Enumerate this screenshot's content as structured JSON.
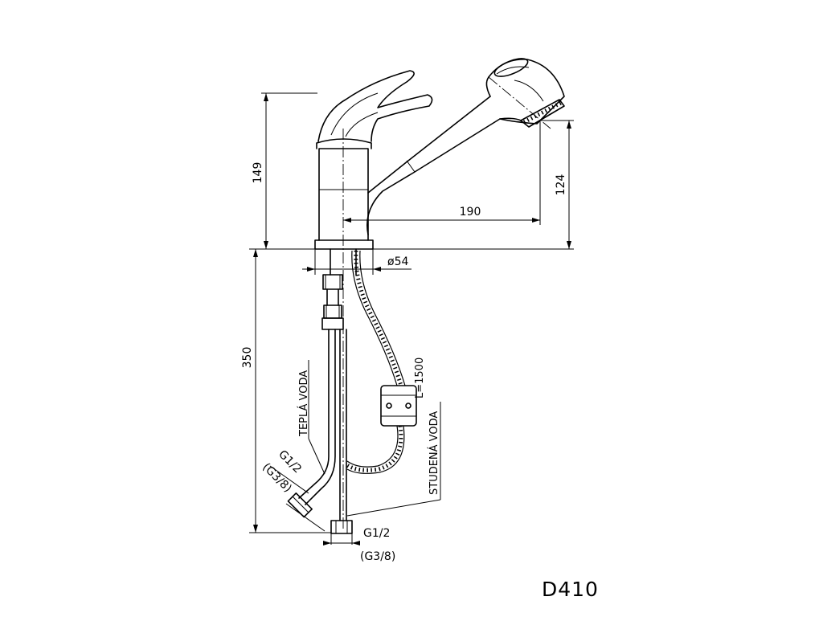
{
  "dimensions": {
    "height_total": "149",
    "spout_height": "124",
    "spout_reach": "190",
    "base_diameter": "ø54",
    "below_counter": "350",
    "hose_length": "L=1500"
  },
  "labels": {
    "hot_water": "TEPLÁ VODA",
    "cold_water": "STUDENÁ VODA",
    "hot_thread": "G1/2",
    "hot_thread_alt": "(G3/8)",
    "cold_thread": "G1/2",
    "cold_thread_alt": "(G3/8)"
  },
  "model_code": "D410"
}
